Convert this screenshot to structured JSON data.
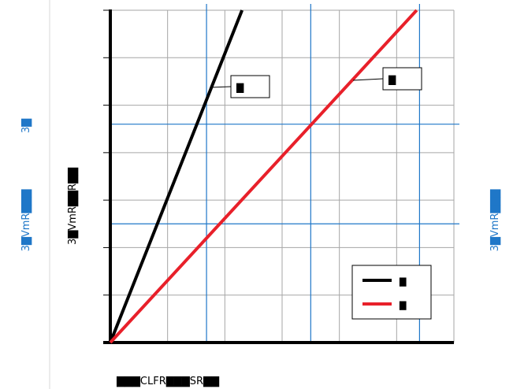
{
  "chart_data": {
    "type": "line",
    "title": "",
    "xlabel": "▇▇▇CLFR▇▇▇SR▇▇",
    "ylabel": "3▇VmR▇▇R▇▇",
    "left_labels": {
      "top": "3▇",
      "bottom": "3▇VmR▇▇▇"
    },
    "right_label": "3▇VmR▇▇▇",
    "xlim": [
      0,
      6
    ],
    "ylim": [
      0,
      7
    ],
    "grid": true,
    "x_gridlines": [
      0,
      1,
      2,
      3,
      4,
      5,
      6
    ],
    "y_gridlines": [
      0,
      1,
      2,
      3,
      4,
      5,
      6,
      7
    ],
    "reference_lines": {
      "x": [
        1.68,
        3.5,
        5.4
      ],
      "y": [
        2.5,
        4.6
      ]
    },
    "series": [
      {
        "name": "▇",
        "color": "#000000",
        "x": [
          0,
          2.3
        ],
        "y": [
          0,
          7
        ],
        "annotation": "▇"
      },
      {
        "name": "▇",
        "color": "#e8202a",
        "x": [
          0,
          5.35
        ],
        "y": [
          0,
          7
        ],
        "annotation": "▇"
      }
    ],
    "legend_position": "bottom-right",
    "colors": {
      "grid": "#a6a6a6",
      "reference": "#1f77c8",
      "axis": "#000000",
      "side_text": "#1f77c8"
    }
  }
}
